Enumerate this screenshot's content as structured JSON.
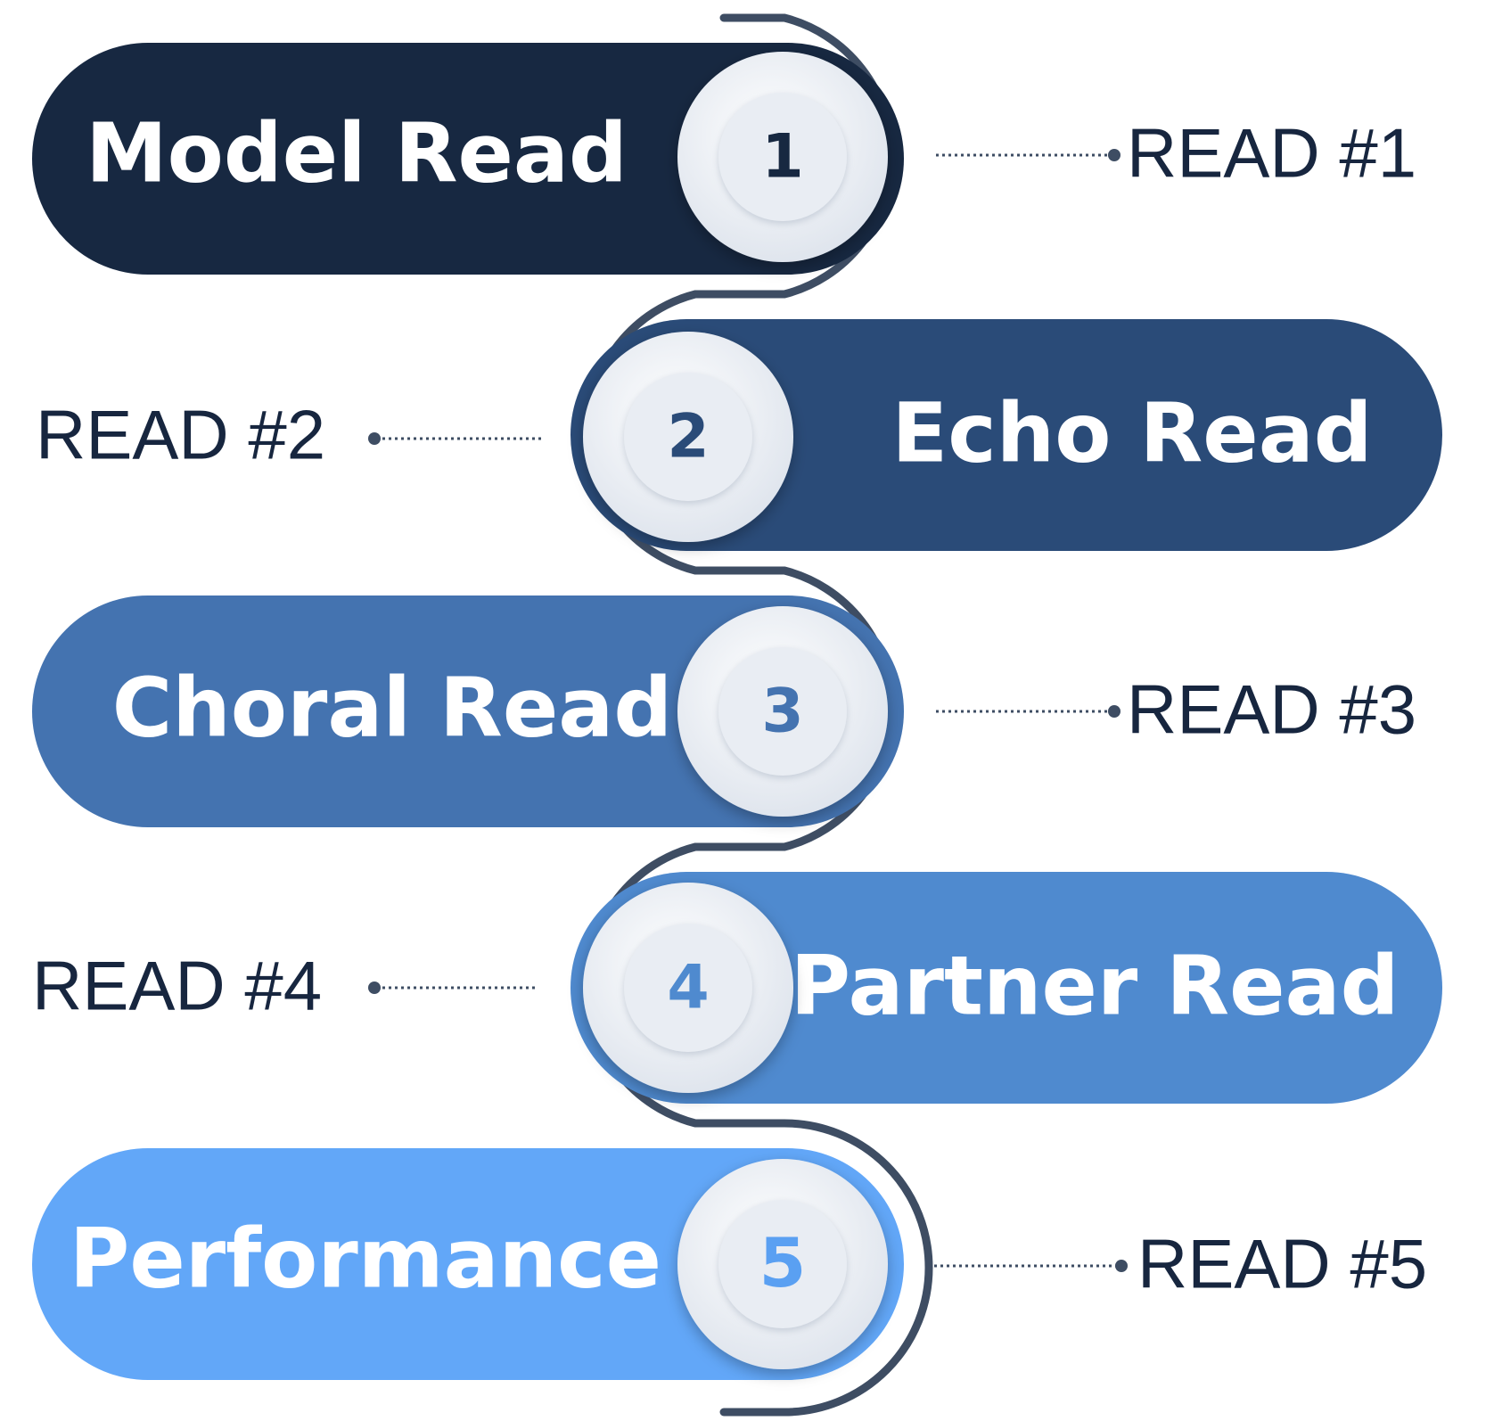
{
  "steps": [
    {
      "number": "1",
      "title": "Model Read",
      "read_label": "READ #1",
      "color": "#172841",
      "number_color": "#172841"
    },
    {
      "number": "2",
      "title": "Echo Read",
      "read_label": "READ #2",
      "color": "#2a4b78",
      "number_color": "#2a4b78"
    },
    {
      "number": "3",
      "title": "Choral Read",
      "read_label": "READ #3",
      "color": "#4473b0",
      "number_color": "#4473b0"
    },
    {
      "number": "4",
      "title": "Partner Read",
      "read_label": "READ #4",
      "color": "#4f8acf",
      "number_color": "#4f8acf"
    },
    {
      "number": "5",
      "title": "Performance",
      "read_label": "READ #5",
      "color": "#62a7f8",
      "number_color": "#5aa0f2"
    }
  ],
  "colors": {
    "path_stroke": "#3e4d63",
    "connector": "#3e4d63",
    "node_fill": "#eef1f6",
    "node_inner": "#e9edf3",
    "label_text": "#17263f",
    "background": "#ffffff"
  }
}
